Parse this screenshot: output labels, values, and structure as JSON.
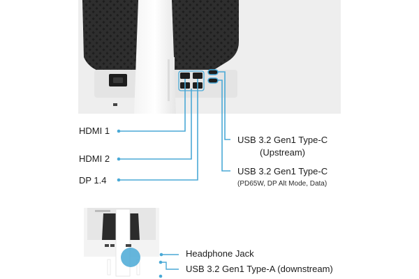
{
  "labels": {
    "hdmi1": "HDMI 1",
    "hdmi2": "HDMI 2",
    "dp": "DP 1.4",
    "usbc_up_line1": "USB 3.2 Gen1 Type-C",
    "usbc_up_line2": "(Upstream)",
    "usbc_pd_line1": "USB 3.2 Gen1 Type-C",
    "usbc_pd_line2": "(PD65W, DP Alt Mode, Data)",
    "headphone": "Headphone Jack",
    "usba": "USB 3.2 Gen1 Type-A (downstream)"
  },
  "colors": {
    "accent": "#4aa9d6",
    "monitor_body": "#f1f1f1",
    "vent_panel": "#2b2b2b",
    "stand": "#ffffff",
    "text": "#1c1c1c"
  }
}
